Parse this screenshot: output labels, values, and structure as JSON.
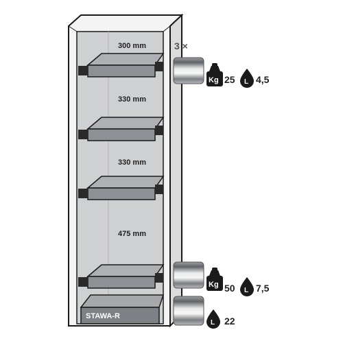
{
  "cabinet": {
    "shelf_gaps": [
      "300 mm",
      "330 mm",
      "330 mm",
      "475 mm"
    ],
    "sump_label": "STAWA-R"
  },
  "quantities": {
    "shelf_count": "3 ×",
    "shelf_load": "25",
    "shelf_capacity": "4,5",
    "bottom_shelf_load": "50",
    "bottom_shelf_capacity": "7,5",
    "sump_capacity": "22",
    "weight_unit": "Kg",
    "volume_unit": "L"
  },
  "icons": [
    "weight-icon",
    "liter-drop-icon",
    "shelf-tray-icon",
    "sump-tray-icon"
  ]
}
